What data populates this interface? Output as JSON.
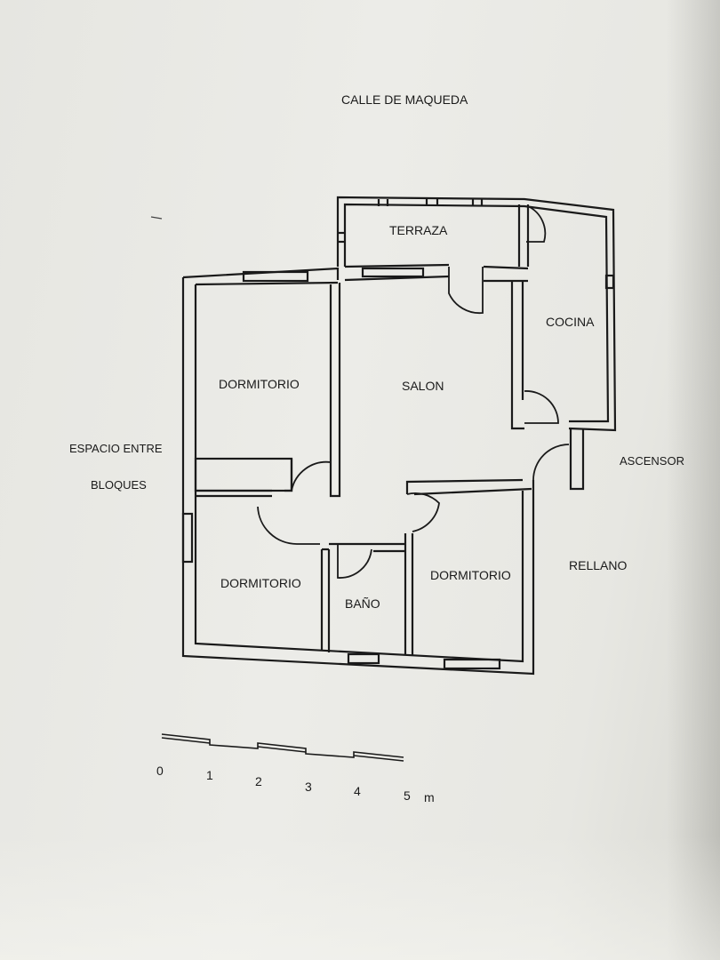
{
  "street_label": "CALLE DE MAQUEDA",
  "rooms": {
    "terraza": "TERRAZA",
    "cocina": "COCINA",
    "salon": "SALON",
    "dormitorio_1": "DORMITORIO",
    "dormitorio_2": "DORMITORIO",
    "dormitorio_3": "DORMITORIO",
    "bano": "BAÑO"
  },
  "outside": {
    "espacio_line1": "ESPACIO ENTRE",
    "espacio_line2": "BLOQUES",
    "ascensor": "ASCENSOR",
    "rellano": "RELLANO"
  },
  "scale": {
    "ticks": [
      "0",
      "1",
      "2",
      "3",
      "4",
      "5"
    ],
    "unit": "m"
  },
  "colors": {
    "ink": "#1a1a1a",
    "paper": "#e9e9e5"
  }
}
